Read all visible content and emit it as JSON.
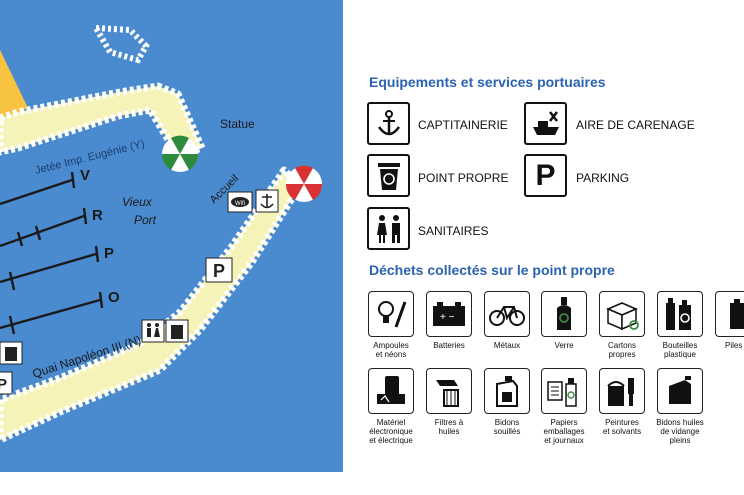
{
  "map": {
    "labels": {
      "jetee": "Jetée Imp. Eugénie (Y)",
      "statue": "Statue",
      "accueil": "Accueil",
      "vieux_port_1": "Vieux",
      "vieux_port_2": "Port",
      "quai": "Quai Napoléon III (N)",
      "pontoon_v": "V",
      "pontoon_r": "R",
      "pontoon_p": "P",
      "pontoon_o": "O",
      "wifi": "Wifi",
      "parking_sign": "P"
    },
    "colors": {
      "water": "#4a8bd0",
      "quay": "#f6f3b8",
      "quay_edge": "#ffffff",
      "sand": "#f7c341"
    }
  },
  "legend": {
    "services_title": "Equipements et services portuaires",
    "services": [
      {
        "label": "CAPTITAINERIE",
        "icon": "anchor-icon"
      },
      {
        "label": "AIRE DE CARENAGE",
        "icon": "boat-repair-icon"
      },
      {
        "label": "POINT PROPRE",
        "icon": "recycle-bin-icon"
      },
      {
        "label": "PARKING",
        "icon": "parking-icon",
        "glyph": "P"
      },
      {
        "label": "SANITAIRES",
        "icon": "toilets-icon"
      }
    ],
    "waste_title": "Déchets collectés sur le point propre",
    "waste_row1": [
      {
        "lines": [
          "Ampoules",
          "et néons"
        ],
        "icon": "bulb-icon"
      },
      {
        "lines": [
          "Batteries"
        ],
        "icon": "battery-icon"
      },
      {
        "lines": [
          "Métaux"
        ],
        "icon": "bicycle-icon"
      },
      {
        "lines": [
          "Verre"
        ],
        "icon": "bottle-icon"
      },
      {
        "lines": [
          "Cartons",
          "propres"
        ],
        "icon": "cardboard-icon"
      },
      {
        "lines": [
          "Bouteilles",
          "plastique"
        ],
        "icon": "plastic-bottles-icon"
      },
      {
        "lines": [
          "Piles"
        ],
        "icon": "batteries-cells-icon"
      }
    ],
    "waste_row2": [
      {
        "lines": [
          "Matériel",
          "électronique",
          "et électrique"
        ],
        "icon": "electronics-icon"
      },
      {
        "lines": [
          "Filtres à",
          "huiles"
        ],
        "icon": "oil-filter-icon"
      },
      {
        "lines": [
          "Bidons",
          "souillés"
        ],
        "icon": "jerrycan-icon"
      },
      {
        "lines": [
          "Papiers",
          "emballages",
          "et journaux"
        ],
        "icon": "paper-packaging-icon"
      },
      {
        "lines": [
          "Peintures",
          "et solvants"
        ],
        "icon": "paint-icon"
      },
      {
        "lines": [
          "Bidons huiles",
          "de vidange",
          "pleins"
        ],
        "icon": "oil-can-icon"
      }
    ],
    "colors": {
      "title": "#2b63b0",
      "recycle_green": "#3b8a3e"
    }
  }
}
